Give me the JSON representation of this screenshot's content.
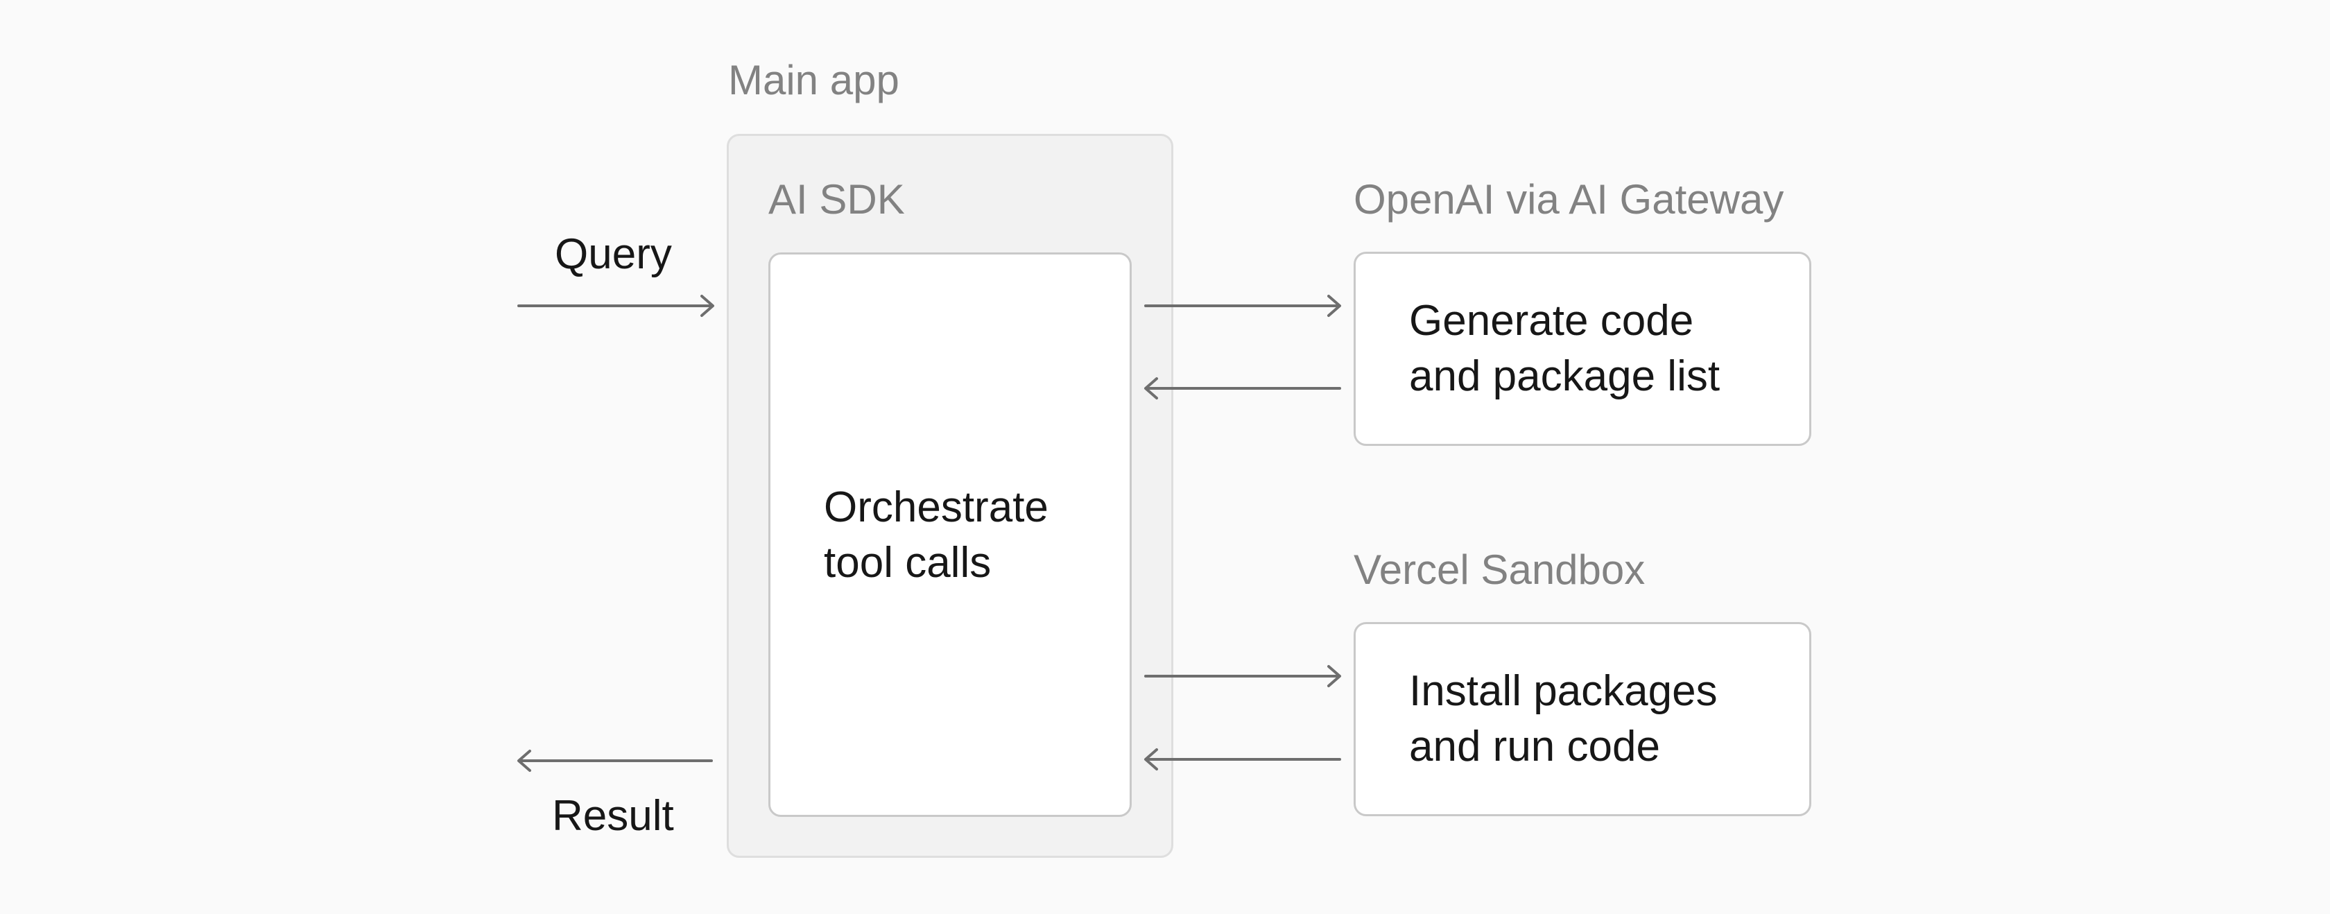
{
  "main_app": {
    "title": "Main app"
  },
  "sdk": {
    "title": "AI SDK",
    "body_lines": [
      "Orchestrate",
      "tool calls"
    ]
  },
  "io": {
    "query_label": "Query",
    "result_label": "Result"
  },
  "services": [
    {
      "title": "OpenAI via AI Gateway",
      "body_lines": [
        "Generate code",
        "and package list"
      ]
    },
    {
      "title": "Vercel Sandbox",
      "body_lines": [
        "Install packages",
        "and run code"
      ]
    }
  ],
  "colors": {
    "background": "#fafafa",
    "frame_fill": "#f2f2f2",
    "box_fill": "#ffffff",
    "border": "#c9c9c9",
    "muted_text": "#828282",
    "dark_text": "#171717",
    "arrow": "#6e6e6e"
  }
}
